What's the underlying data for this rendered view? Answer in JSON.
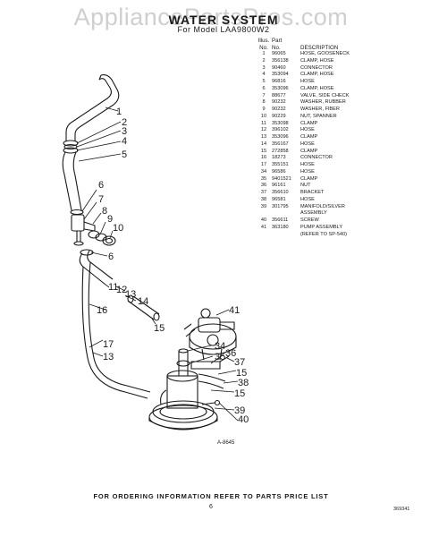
{
  "watermark": "AppliancePartsPros.com",
  "title": "WATER SYSTEM",
  "subtitle": "For Model LAA9800W2",
  "table": {
    "header_row1": [
      "Illus.",
      "Part",
      ""
    ],
    "header_row2": [
      "No.",
      "No.",
      "DESCRIPTION"
    ],
    "rows": [
      [
        "1",
        "96065",
        "HOSE, GOOSENECK"
      ],
      [
        "2",
        "356138",
        "CLAMP, HOSE"
      ],
      [
        "3",
        "90460",
        "CONNECTOR"
      ],
      [
        "4",
        "353094",
        "CLAMP, HOSE"
      ],
      [
        "5",
        "96816",
        "HOSE"
      ],
      [
        "6",
        "353096",
        "CLAMP, HOSE"
      ],
      [
        "7",
        "88677",
        "VALVE, SIDE CHECK"
      ],
      [
        "8",
        "90232",
        "WASHER, RUBBER"
      ],
      [
        "9",
        "90232",
        "WASHER, FIBER"
      ],
      [
        "10",
        "90229",
        "NUT, SPANNER"
      ],
      [
        "11",
        "353098",
        "CLAMP"
      ],
      [
        "12",
        "396102",
        "HOSE"
      ],
      [
        "13",
        "353096",
        "CLAMP"
      ],
      [
        "14",
        "356167",
        "HOSE"
      ],
      [
        "15",
        "272858",
        "CLAMP"
      ],
      [
        "16",
        "18273",
        "CONNECTOR"
      ],
      [
        "17",
        "355151",
        "HOSE"
      ],
      [
        "34",
        "96586",
        "HOSE"
      ],
      [
        "35",
        "9401521",
        "CLAMP"
      ],
      [
        "36",
        "96161",
        "NUT"
      ],
      [
        "37",
        "356610",
        "BRACKET"
      ],
      [
        "38",
        "96581",
        "HOSE"
      ],
      [
        "39",
        "301795",
        "MANIFOLD/SILVER\nASSEMBLY"
      ],
      [
        "40",
        "356611",
        "SCREW"
      ],
      [
        "41",
        "363180",
        "PUMP ASSEMBLY\n(REFER TO SP-540)"
      ]
    ]
  },
  "callouts": {
    "c1": "1",
    "c2": "2",
    "c3": "3",
    "c4": "4",
    "c5": "5",
    "c6a": "6",
    "c7": "7",
    "c8": "8",
    "c9": "9",
    "c10": "10",
    "c6b": "6",
    "c11": "11",
    "c12": "12",
    "c13": "13",
    "c14": "14",
    "c15a": "15",
    "c16": "16",
    "c17": "17",
    "c13b": "13",
    "c41": "41",
    "c34": "34",
    "c35": "35",
    "c36": "36",
    "c37": "37",
    "c15b": "15",
    "c38": "38",
    "c15c": "15",
    "c39": "39",
    "c40": "40"
  },
  "figure_code": "A-8645",
  "footer_note": "FOR ORDERING INFORMATION REFER TO PARTS PRICE LIST",
  "page_number": "6",
  "doc_code": "369341"
}
